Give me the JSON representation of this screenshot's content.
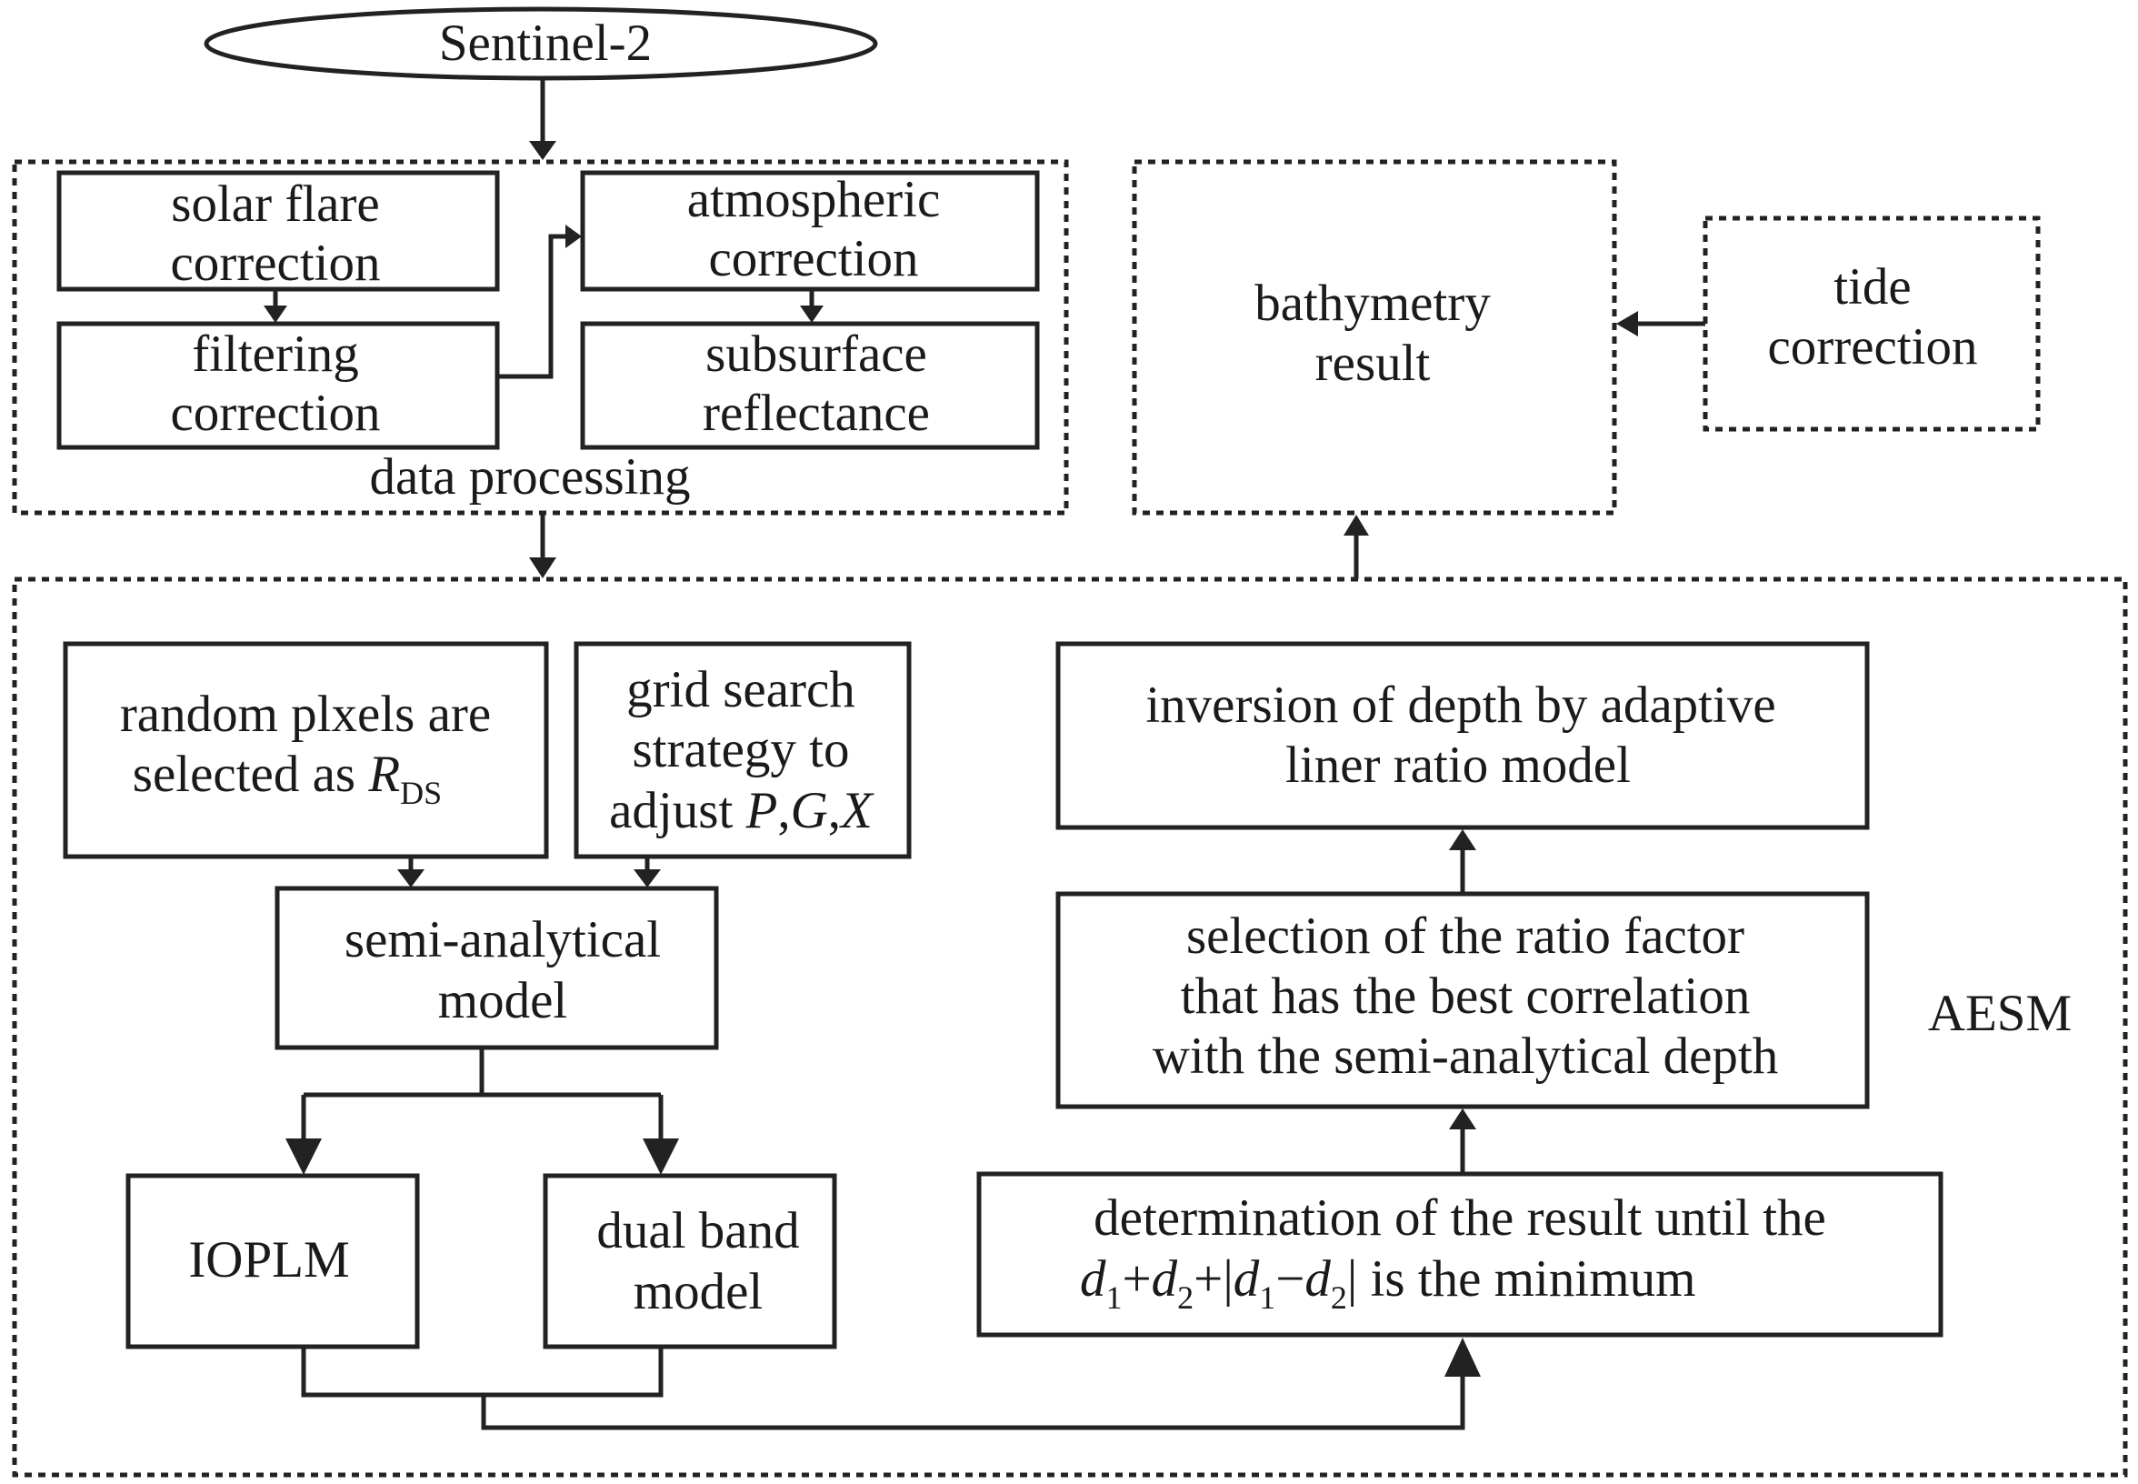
{
  "nodes": {
    "sentinel": "Sentinel-2",
    "solar_flare": [
      "solar flare",
      "correction"
    ],
    "filtering": [
      "filtering",
      "correction"
    ],
    "atmospheric": [
      "atmospheric",
      "correction"
    ],
    "subsurface": [
      "subsurface",
      "reflectance"
    ],
    "data_processing": "data processing",
    "bathymetry": [
      "bathymetry",
      "result"
    ],
    "tide": [
      "tide",
      "correction"
    ],
    "random_pixels": {
      "line1": "random plxels are",
      "line2_prefix": "selected as ",
      "var": "R",
      "var_sub": "DS"
    },
    "grid_search": {
      "line1": "grid search",
      "line2": "strategy to",
      "line3_prefix": "adjust ",
      "var_p": "P",
      "comma": ",",
      "var_g": "G",
      "var_x": "X"
    },
    "semi_analytical": [
      "semi-analytical",
      "model"
    ],
    "ioplm": "IOPLM",
    "dual_band": [
      "dual band",
      "model"
    ],
    "inversion": [
      "inversion of depth by adaptive",
      "liner ratio model"
    ],
    "selection": [
      "selection of the ratio factor",
      "that has the best correlation",
      "with the semi-analytical depth"
    ],
    "determination": {
      "line1": "determination of the result until the",
      "d": "d",
      "s1": "1",
      "s2": "2",
      "plus": "+",
      "bar": "|",
      "minus": "−",
      "tail": " is the minimum"
    },
    "aesm": "AESM"
  }
}
